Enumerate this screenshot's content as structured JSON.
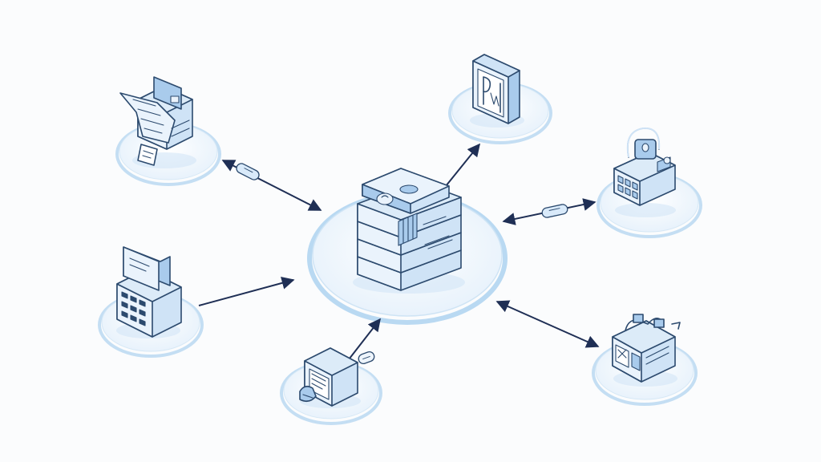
{
  "diagram": {
    "palette": {
      "background": "#fbfcfd",
      "platform_fill": "#eef5fc",
      "platform_ring": "#b9d9f2",
      "box_face_light": "#eaf3fc",
      "box_face_mid": "#cfe3f6",
      "box_face_dark": "#a9cbec",
      "outline": "#2c4a6e",
      "arrow": "#1f2f55"
    },
    "nodes": [
      {
        "id": "hub",
        "role": "central",
        "icon": "server-stack-icon"
      },
      {
        "id": "top-left",
        "icon": "receipt-printer-icon"
      },
      {
        "id": "top-right",
        "icon": "document-binder-icon"
      },
      {
        "id": "right",
        "icon": "lock-building-icon"
      },
      {
        "id": "left",
        "icon": "calculator-terminal-icon"
      },
      {
        "id": "bottom",
        "icon": "invoice-box-icon"
      },
      {
        "id": "bottom-right",
        "icon": "customs-package-icon"
      }
    ],
    "edges": [
      {
        "from": "top-left",
        "to": "hub",
        "direction": "both",
        "has_token": true
      },
      {
        "from": "hub",
        "to": "top-right",
        "direction": "forward",
        "has_token": false
      },
      {
        "from": "right",
        "to": "hub",
        "direction": "both",
        "has_token": true
      },
      {
        "from": "left",
        "to": "hub",
        "direction": "forward",
        "has_token": false
      },
      {
        "from": "bottom",
        "to": "hub",
        "direction": "forward",
        "has_token": true
      },
      {
        "from": "bottom-right",
        "to": "hub",
        "direction": "both",
        "has_token": false
      }
    ]
  }
}
